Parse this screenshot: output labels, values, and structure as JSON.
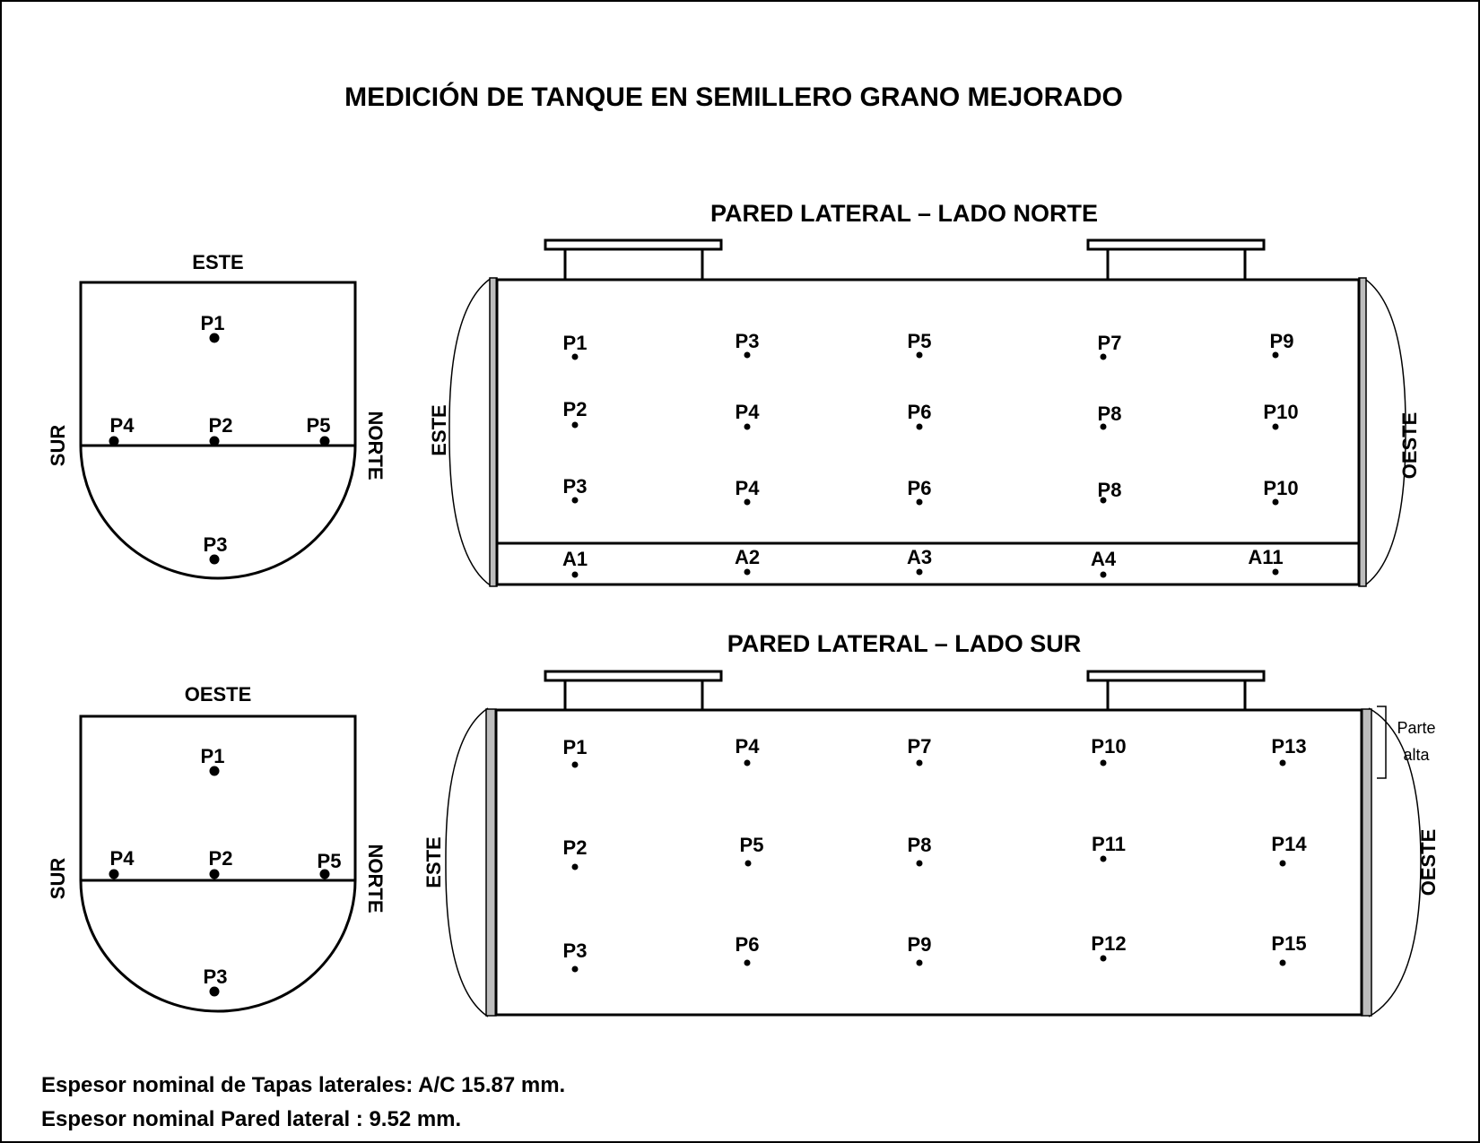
{
  "title": "MEDICIÓN DE TANQUE EN SEMILLERO GRANO MEJORADO",
  "end_views": [
    {
      "top_label": "ESTE",
      "left_label": "SUR",
      "right_label": "NORTE",
      "points": [
        "P1",
        "P2",
        "P3",
        "P4",
        "P5"
      ]
    },
    {
      "top_label": "OESTE",
      "left_label": "SUR",
      "right_label": "NORTE",
      "points": [
        "P1",
        "P2",
        "P3",
        "P4",
        "P5"
      ]
    }
  ],
  "side_views": [
    {
      "title": "PARED LATERAL – LADO NORTE",
      "left_label": "ESTE",
      "right_label": "OESTE",
      "rows": [
        [
          "P1",
          "P3",
          "P5",
          "P7",
          "P9"
        ],
        [
          "P2",
          "P4",
          "P6",
          "P8",
          "P10"
        ],
        [
          "P3",
          "P4",
          "P6",
          "P8",
          "P10"
        ],
        [
          "A1",
          "A2",
          "A3",
          "A4",
          "A11"
        ]
      ]
    },
    {
      "title": "PARED LATERAL – LADO SUR",
      "left_label": "ESTE",
      "right_label": "OESTE",
      "bracket_label_line1": "Parte",
      "bracket_label_line2": "alta",
      "rows": [
        [
          "P1",
          "P4",
          "P7",
          "P10",
          "P13"
        ],
        [
          "P2",
          "P5",
          "P8",
          "P11",
          "P14"
        ],
        [
          "P3",
          "P6",
          "P9",
          "P12",
          "P15"
        ]
      ]
    }
  ],
  "notes": [
    "Espesor nominal de Tapas laterales: A/C 15.87 mm.",
    "Espesor nominal Pared lateral : 9.52 mm."
  ]
}
